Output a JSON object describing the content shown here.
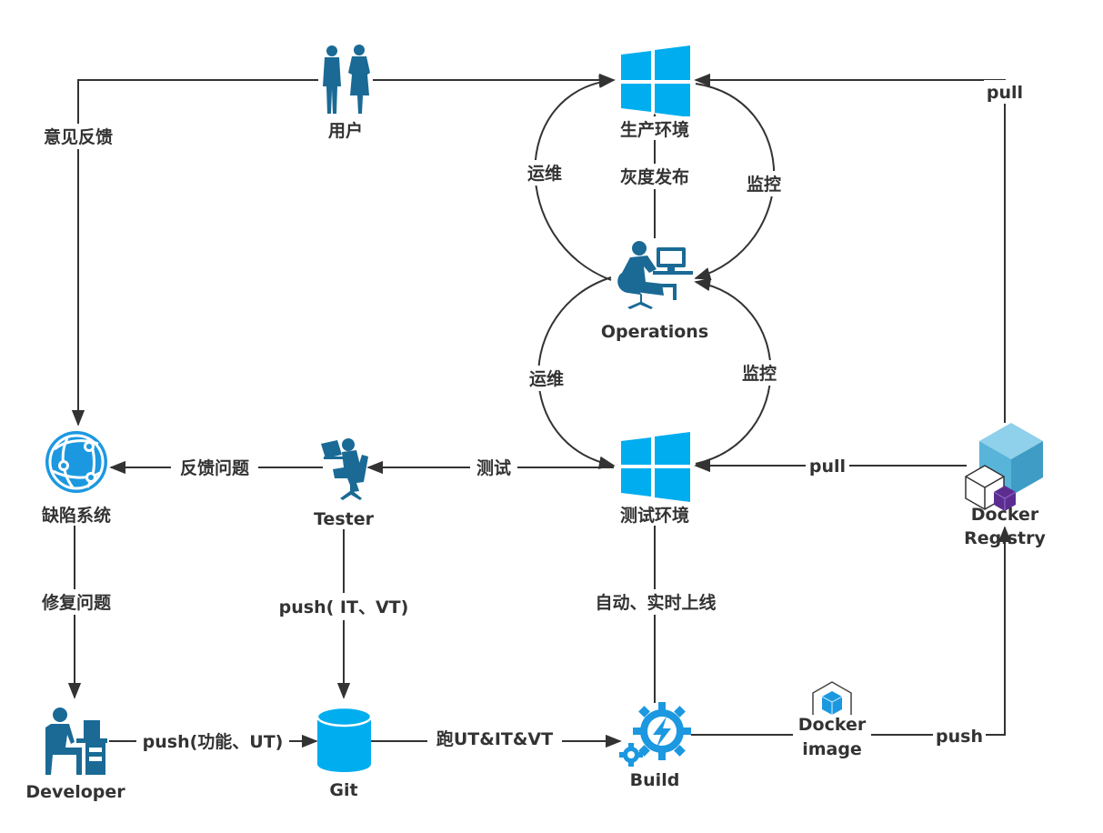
{
  "colors": {
    "windows": "#00adef",
    "person": "#1a6a95",
    "app": "#1c98e0",
    "git": "#00adef",
    "build": "#1c98e0",
    "docker_cube": "#59b4d9",
    "line": "#333333",
    "text": "#333333"
  },
  "nodes": {
    "users": {
      "label": "用户",
      "icon": "people-icon"
    },
    "prod": {
      "label": "生产环境",
      "icon": "windows-icon"
    },
    "operations": {
      "label": "Operations",
      "icon": "operator-at-computer-icon"
    },
    "test_env": {
      "label": "测试环境",
      "icon": "windows-icon"
    },
    "tester": {
      "label": "Tester",
      "icon": "tester-icon"
    },
    "defects": {
      "label": "缺陷系统",
      "icon": "globe-network-icon"
    },
    "developer": {
      "label": "Developer",
      "icon": "developer-icon"
    },
    "git": {
      "label": "Git",
      "icon": "cylinder-icon"
    },
    "build": {
      "label": "Build",
      "icon": "gear-lightning-icon"
    },
    "docker_registry": {
      "label_line1": "Docker",
      "label_line2": "Registry",
      "icon": "cube-icon"
    },
    "docker_image": {
      "label_line1": "Docker",
      "label_line2": "image",
      "icon": "cube-icon"
    }
  },
  "edges": {
    "feedback": "意见反馈",
    "pull_top": "pull",
    "ops_left_top": "运维",
    "gray_release": "灰度发布",
    "monitor_top": "监控",
    "ops_left_bottom": "运维",
    "monitor_bottom": "监控",
    "report_issue": "反馈问题",
    "testing": "测试",
    "pull_mid": "pull",
    "fix_issue": "修复问题",
    "push_it_vt": "push( IT、VT)",
    "auto_release": "自动、实时上线",
    "push_feature_ut": "push(功能、UT)",
    "run_tests": "跑UT&IT&VT",
    "push_image": "push"
  }
}
